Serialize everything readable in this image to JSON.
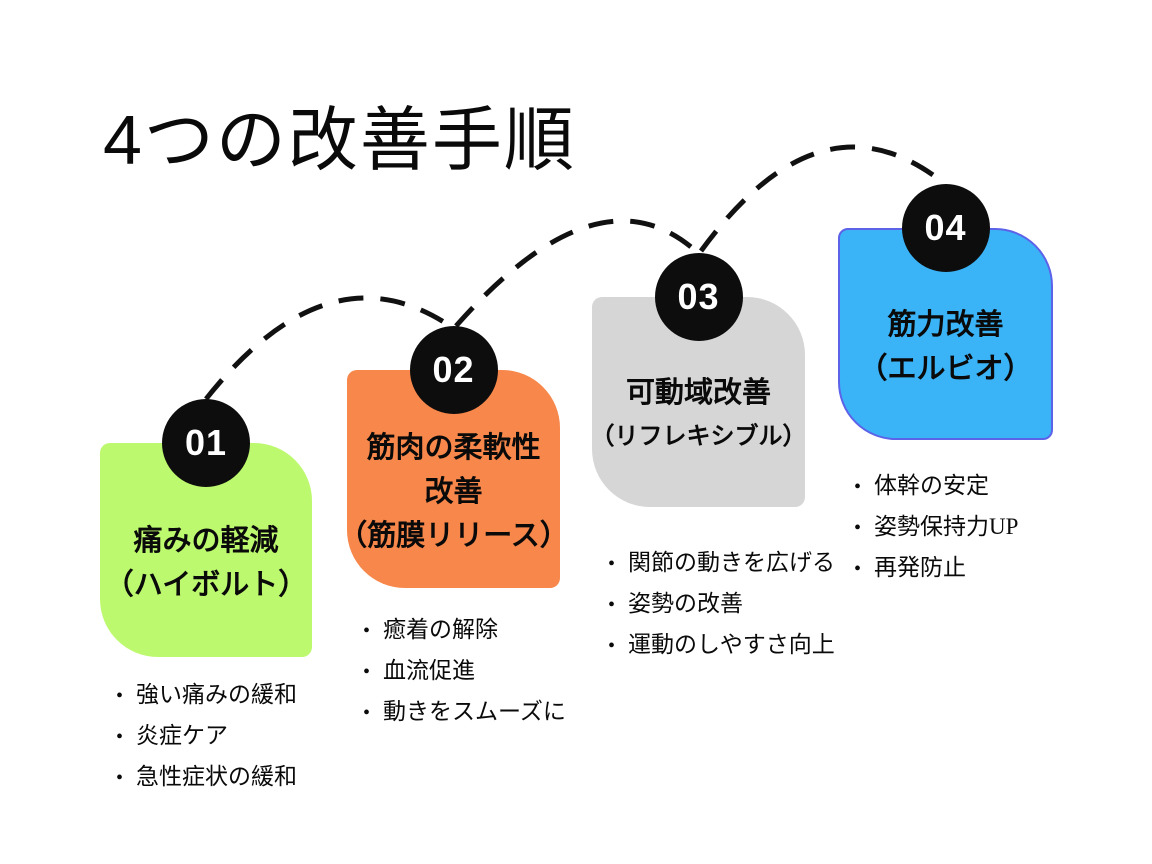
{
  "title": "4つの改善手順",
  "colors": {
    "background": "#ffffff",
    "text": "#0a0a0a",
    "circle": "#0d0d0d",
    "circle_text": "#ffffff",
    "dashed_arc": "#111111"
  },
  "steps": [
    {
      "number": "01",
      "color": "#bdf96e",
      "title_lines": [
        "痛みの軽減",
        "（ハイボルト）"
      ],
      "bullets": [
        "強い痛みの緩和",
        "炎症ケア",
        "急性症状の緩和"
      ]
    },
    {
      "number": "02",
      "color": "#f7874b",
      "title_lines": [
        "筋肉の柔軟性",
        "改善",
        "（筋膜リリース）"
      ],
      "bullets": [
        "癒着の解除",
        "血流促進",
        "動きをスムーズに"
      ]
    },
    {
      "number": "03",
      "color": "#d6d6d6",
      "title_lines": [
        "可動域改善",
        "（リフレキシブル）"
      ],
      "bullets": [
        "関節の動きを広げる",
        "姿勢の改善",
        "運動のしやすさ向上"
      ]
    },
    {
      "number": "04",
      "color": "#3bb3f7",
      "border_color": "#5c63e8",
      "title_lines": [
        "筋力改善",
        "（エルビオ）"
      ],
      "bullets": [
        "体幹の安定",
        "姿勢保持力UP",
        "再発防止"
      ]
    }
  ]
}
